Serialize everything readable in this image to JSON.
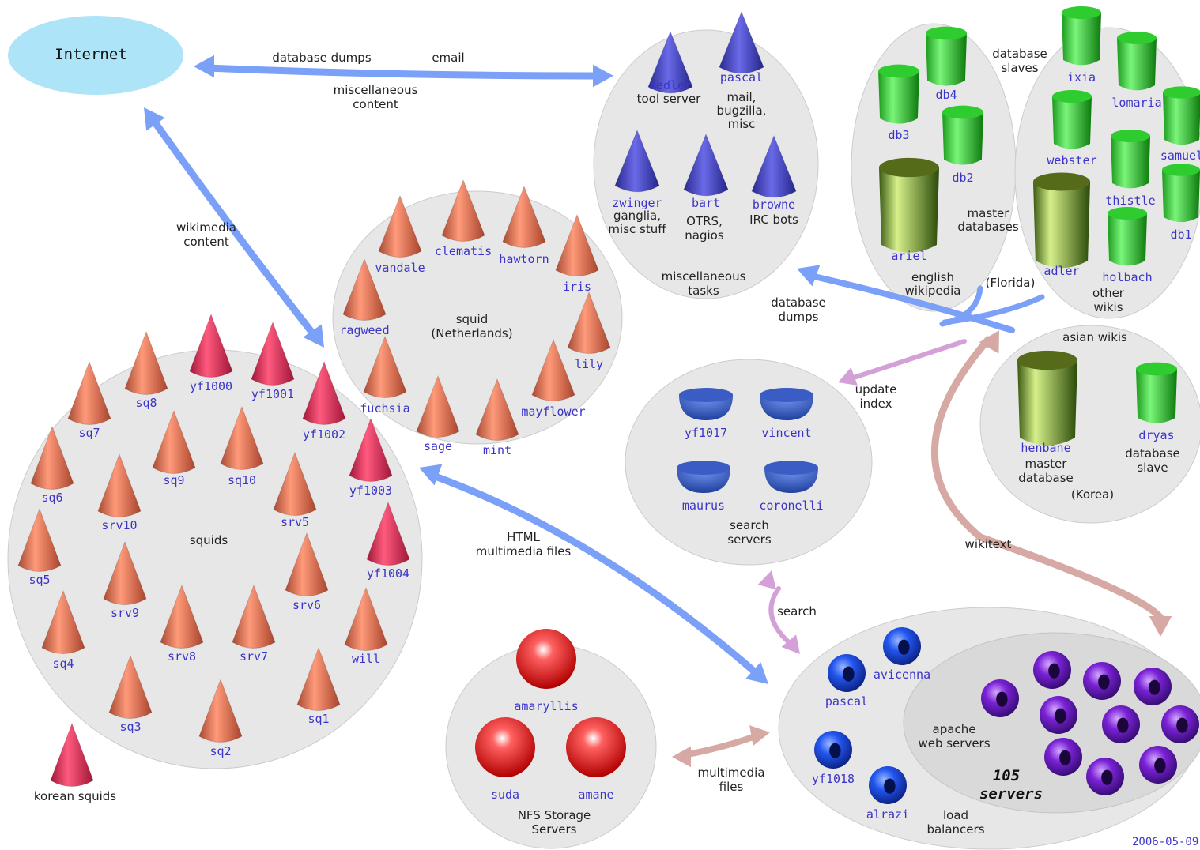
{
  "internet": "Internet",
  "labels": {
    "database_dumps_top": "database dumps",
    "email": "email",
    "misc_content": [
      "miscellaneous",
      "content"
    ],
    "wikimedia_content": [
      "wikimedia",
      "content"
    ],
    "html_multimedia": [
      "HTML",
      "multimedia files"
    ],
    "database_dumps_mid": [
      "database",
      "dumps"
    ],
    "update_index": [
      "update",
      "index"
    ],
    "search": "search",
    "wikitext": "wikitext",
    "multimedia_files": [
      "multimedia",
      "files"
    ]
  },
  "groups": {
    "misc": {
      "title": [
        "miscellaneous",
        "tasks"
      ],
      "nodes": [
        {
          "name": "zedler",
          "desc": [
            "tool server"
          ]
        },
        {
          "name": "pascal",
          "desc": [
            "mail,",
            "bugzilla,",
            "misc"
          ]
        },
        {
          "name": "zwinger",
          "desc": [
            "ganglia,",
            "misc stuff"
          ]
        },
        {
          "name": "bart",
          "desc": [
            "OTRS,",
            "nagios"
          ]
        },
        {
          "name": "browne",
          "desc": [
            "IRC bots"
          ]
        }
      ]
    },
    "english": {
      "title": [
        "english",
        "wikipedia"
      ],
      "slaves_label": [
        "database",
        "slaves"
      ],
      "master_label": [
        "master",
        "databases"
      ],
      "florida": "(Florida)",
      "nodes": [
        "db4",
        "db3",
        "db2",
        "ariel"
      ]
    },
    "other": {
      "title": [
        "other",
        "wikis"
      ],
      "nodes": [
        "ixia",
        "lomaria",
        "webster",
        "samuel",
        "thistle",
        "db1",
        "adler",
        "holbach"
      ]
    },
    "asian": {
      "title": "asian wikis",
      "korea": "(Korea)",
      "henbane": "henbane",
      "henbane_desc": [
        "master",
        "database"
      ],
      "dryas": "dryas",
      "dryas_desc": [
        "database",
        "slave"
      ]
    },
    "nl": {
      "title": [
        "squid",
        "(Netherlands)"
      ],
      "nodes": [
        "vandale",
        "clematis",
        "hawtorn",
        "iris",
        "ragweed",
        "lily",
        "fuchsia",
        "sage",
        "mint",
        "mayflower"
      ]
    },
    "squids": {
      "title": "squids",
      "nodes": [
        "sq8",
        "yf1000",
        "yf1001",
        "sq7",
        "yf1002",
        "sq9",
        "sq10",
        "yf1003",
        "sq6",
        "srv10",
        "srv5",
        "yf1004",
        "sq5",
        "srv9",
        "srv6",
        "sq4",
        "srv8",
        "srv7",
        "will",
        "sq3",
        "sq2",
        "sq1"
      ],
      "korean": "korean squids"
    },
    "search": {
      "title": [
        "search",
        "servers"
      ],
      "nodes": [
        "yf1017",
        "vincent",
        "maurus",
        "coronelli"
      ]
    },
    "nfs": {
      "title": [
        "NFS Storage",
        "Servers"
      ],
      "nodes": [
        "amaryllis",
        "suda",
        "amane"
      ]
    },
    "web": {
      "lb_label": [
        "load",
        "balancers"
      ],
      "apache_label": [
        "apache",
        "web servers"
      ],
      "count_label": [
        "105",
        "servers"
      ],
      "nodes": [
        "avicenna",
        "pascal",
        "yf1018",
        "alrazi"
      ]
    }
  },
  "date": "2006-05-09",
  "colors": {
    "blue_arrow": "#7ba0f7",
    "pink_arrow": "#d4a0d8",
    "brown_arrow": "#d6a9a4",
    "cloud": "#aee4f8",
    "circle": "#e7e7e7",
    "circle_stroke": "#c8c8c8"
  }
}
